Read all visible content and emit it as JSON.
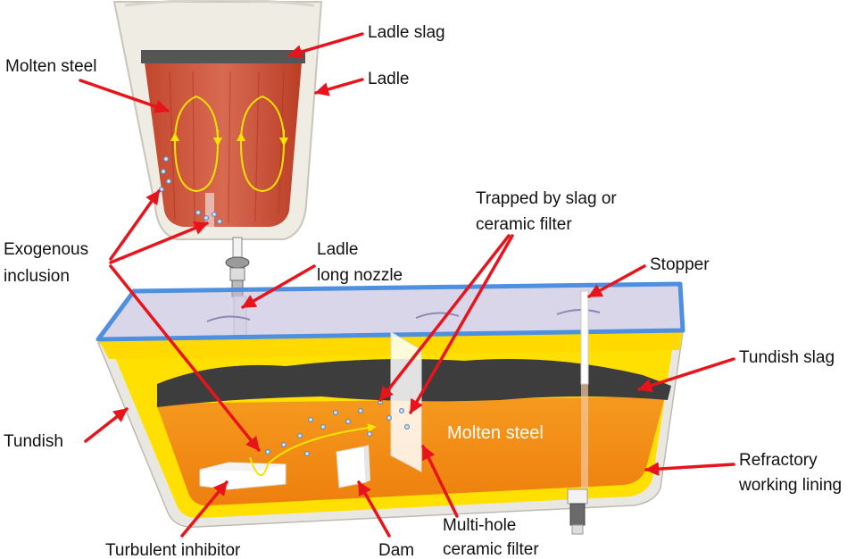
{
  "labels": {
    "ladle_slag": "Ladle slag",
    "ladle": "Ladle",
    "molten_steel_ladle": "Molten steel",
    "exogenous_1": "Exogenous",
    "exogenous_2": "inclusion",
    "ladle_long_nozzle_1": "Ladle",
    "ladle_long_nozzle_2": "long nozzle",
    "trapped_1": "Trapped by slag or",
    "trapped_2": "ceramic filter",
    "stopper": "Stopper",
    "tundish_slag": "Tundish slag",
    "tundish": "Tundish",
    "molten_steel_tundish": "Molten steel",
    "refractory_1": "Refractory",
    "refractory_2": "working lining",
    "turbulent_inhibitor": "Turbulent inhibitor",
    "dam": "Dam",
    "filter_1": "Multi-hole",
    "filter_2": "ceramic filter"
  },
  "colors": {
    "arrow": "#e8141b",
    "flow": "#f5e400",
    "molten_steel": "#f08c1a",
    "slag": "#3d3d3d",
    "ladle_shell": "#efece4",
    "lining": "#ffe000",
    "cover": "#4f8fe0"
  }
}
